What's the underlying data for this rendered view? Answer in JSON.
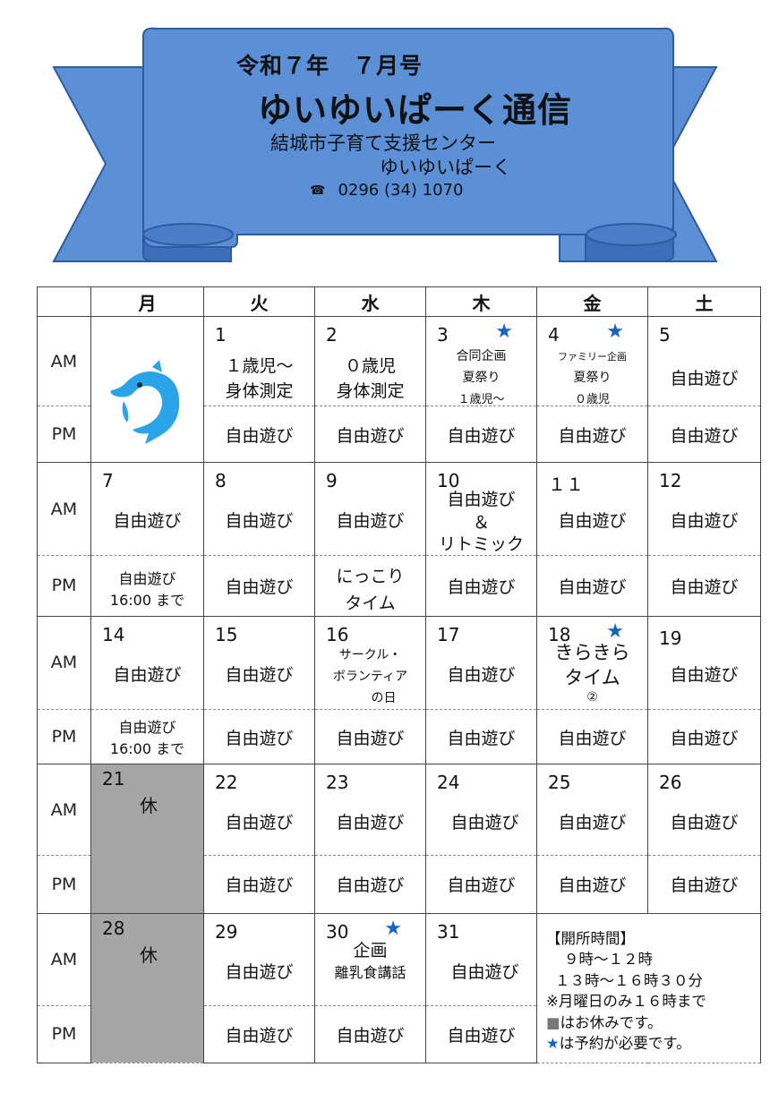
{
  "header": {
    "issue": "令和７年　７月号",
    "title": "ゆいゆいぱーく通信",
    "org_line1": "結城市子育て支援センター",
    "org_line2": "ゆいゆいぱーく",
    "phone_icon": "telephone-icon",
    "phone": "0296 (34) 1070",
    "ribbon_color": "#5b8fd6"
  },
  "calendar": {
    "weekdays": [
      "月",
      "火",
      "水",
      "木",
      "金",
      "土"
    ],
    "slot_am": "AM",
    "slot_pm": "PM",
    "star": "★",
    "free_play": "自由遊び",
    "w1": {
      "tue": {
        "day": "1",
        "am1": "１歳児～",
        "am2": "身体測定"
      },
      "wed": {
        "day": "2",
        "am1": "０歳児",
        "am2": "身体測定"
      },
      "thu": {
        "day": "3",
        "am1": "合同企画",
        "am2": "夏祭り",
        "am3": "１歳児～"
      },
      "fri": {
        "day": "4",
        "am1": "ファミリー企画",
        "am2": "夏祭り",
        "am3": "０歳児"
      },
      "sat": {
        "day": "5"
      }
    },
    "w2": {
      "mon": {
        "day": "7",
        "pm1": "自由遊び",
        "pm2": "16:00 まで"
      },
      "tue": {
        "day": "8"
      },
      "wed": {
        "day": "9",
        "pm1": "にっこり",
        "pm2": "タイム"
      },
      "thu": {
        "day": "10",
        "am1": "自由遊び",
        "am2": "＆",
        "am3": "リトミック"
      },
      "fri": {
        "day": "１１"
      },
      "sat": {
        "day": "12"
      }
    },
    "w3": {
      "mon": {
        "day": "14",
        "pm1": "自由遊び",
        "pm2": "16:00 まで"
      },
      "tue": {
        "day": "15"
      },
      "wed": {
        "day": "16",
        "am1": "サークル・",
        "am2": "ボランティア",
        "am3": "の日"
      },
      "thu": {
        "day": "17"
      },
      "fri": {
        "day": "18",
        "am1": "きらきら",
        "am2": "タイム",
        "am3": "②"
      },
      "sat": {
        "day": "19"
      }
    },
    "w4": {
      "mon": {
        "day": "21",
        "closed": "休"
      },
      "tue": {
        "day": "22"
      },
      "wed": {
        "day": "23"
      },
      "thu": {
        "day": "24"
      },
      "fri": {
        "day": "25"
      },
      "sat": {
        "day": "26"
      }
    },
    "w5": {
      "mon": {
        "day": "28",
        "closed": "休"
      },
      "tue": {
        "day": "29"
      },
      "wed": {
        "day": "30",
        "am1": "企画",
        "am2": "離乳食講話"
      },
      "thu": {
        "day": "31"
      }
    },
    "info": {
      "title": "【開所時間】",
      "line1": "９時～１２時",
      "line2": "１３時～１６時３０分",
      "line3": "※月曜日のみ１６時まで",
      "closed_mark": "■",
      "closed_text": "はお休みです。",
      "star_mark": "★",
      "star_text": "は予約が必要です。"
    },
    "dolphin_icon": "dolphin-icon",
    "closed_color": "#a6a6a6",
    "star_color": "#1565c0"
  }
}
